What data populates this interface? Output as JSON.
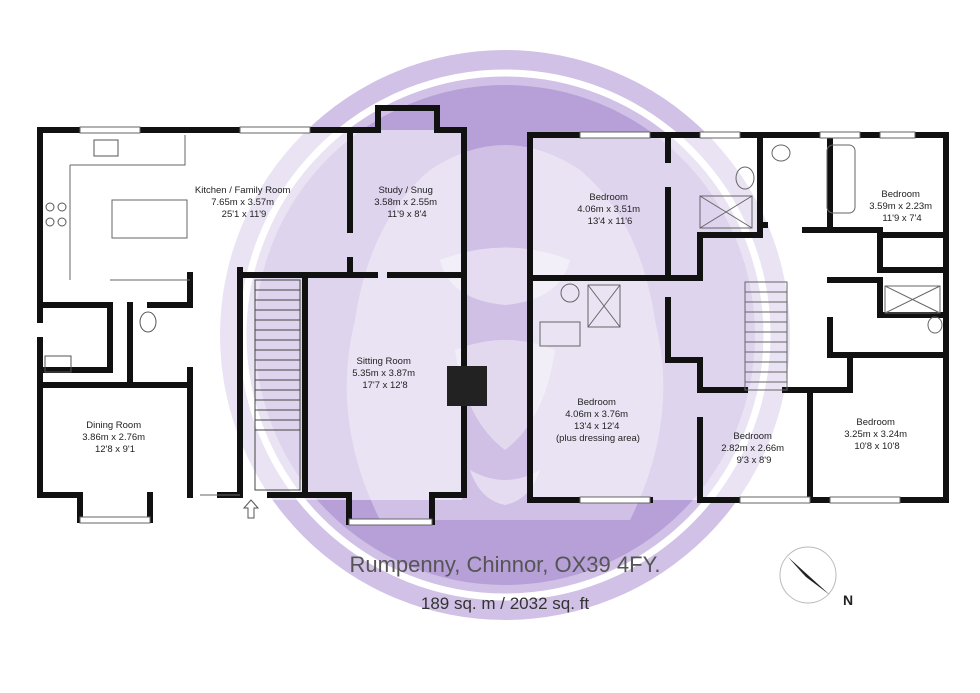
{
  "plan": {
    "rooms": [
      {
        "id": "kitchen",
        "name": "Kitchen / Family Room",
        "metric": "7.65m x 3.57m",
        "imperial": "25'1 x 11'9"
      },
      {
        "id": "study",
        "name": "Study / Snug",
        "metric": "3.58m x 2.55m",
        "imperial": "11'9 x 8'4"
      },
      {
        "id": "sitting",
        "name": "Sitting Room",
        "metric": "5.35m x 3.87m",
        "imperial": "17'7 x 12'8"
      },
      {
        "id": "dining",
        "name": "Dining Room",
        "metric": "3.86m x 2.76m",
        "imperial": "12'8 x 9'1"
      },
      {
        "id": "bed1",
        "name": "Bedroom",
        "metric": "4.06m x 3.51m",
        "imperial": "13'4 x 11'6"
      },
      {
        "id": "bed2",
        "name": "Bedroom",
        "metric": "3.59m x 2.23m",
        "imperial": "11'9 x 7'4"
      },
      {
        "id": "bed3",
        "name": "Bedroom",
        "metric": "4.06m x 3.76m",
        "imperial": "13'4 x 12'4",
        "note": "(plus dressing area)"
      },
      {
        "id": "bed4",
        "name": "Bedroom",
        "metric": "2.82m x 2.66m",
        "imperial": "9'3 x 8'9"
      },
      {
        "id": "bed5",
        "name": "Bedroom",
        "metric": "3.25m x 3.24m",
        "imperial": "10'8 x 10'8"
      }
    ]
  },
  "footer": {
    "address": "Rumpenny, Chinnor, OX39 4FY.",
    "area": "189 sq. m  / 2032 sq. ft"
  },
  "compass": {
    "letter": "N"
  },
  "colors": {
    "wall": "#111111",
    "watermark": "#9b7fc4",
    "fixture": "#555555"
  }
}
